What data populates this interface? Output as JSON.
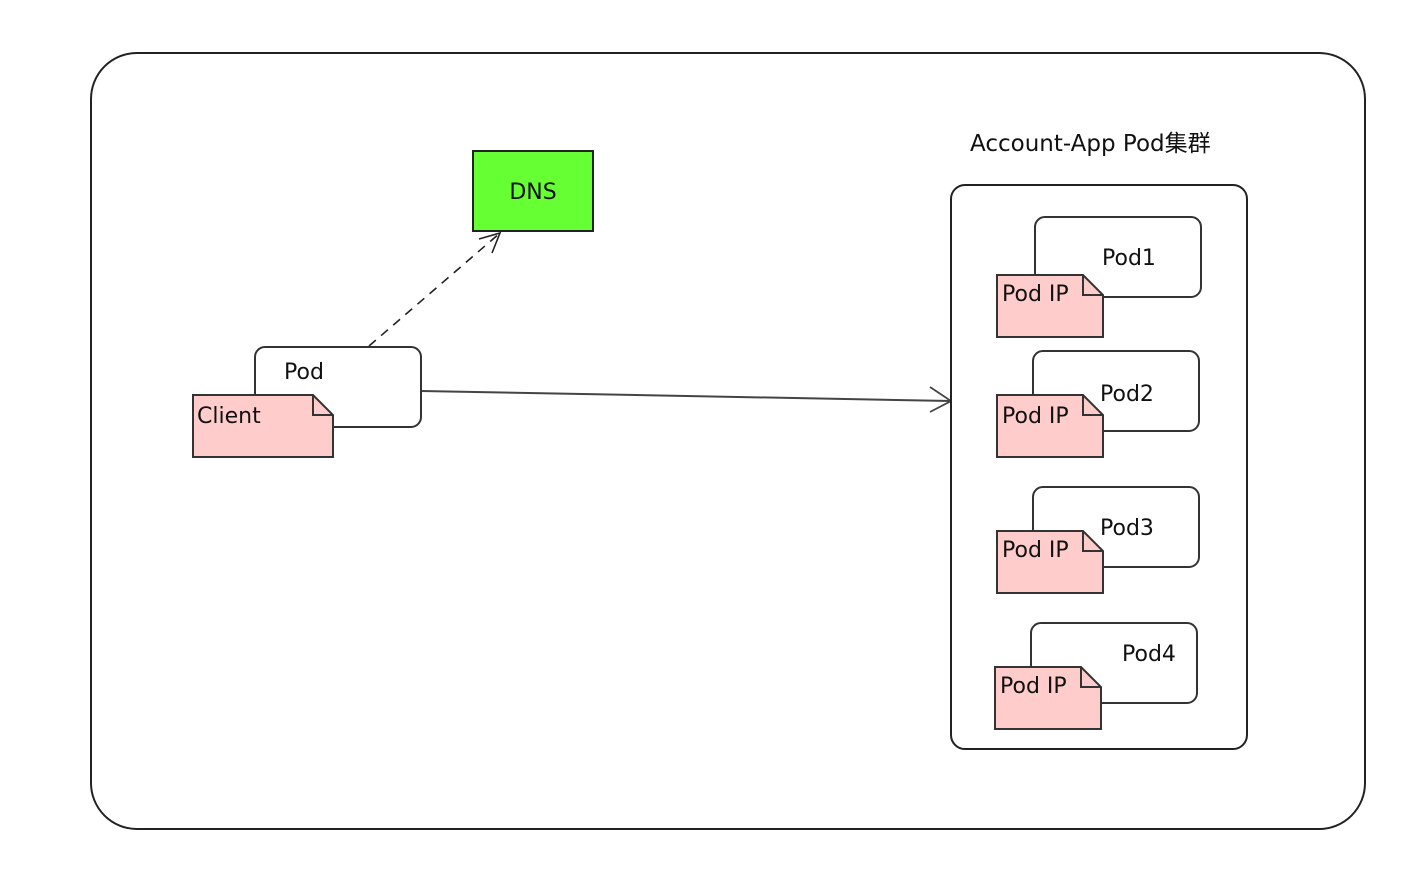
{
  "diagram": {
    "dns": {
      "label": "DNS",
      "color": "#66ff33"
    },
    "client_pod": {
      "label": "Pod",
      "note_label": "Client",
      "note_color": "#ffcccc"
    },
    "cluster": {
      "title": "Account-App Pod集群",
      "pods": [
        {
          "label": "Pod1",
          "note_label": "Pod IP"
        },
        {
          "label": "Pod2",
          "note_label": "Pod IP"
        },
        {
          "label": "Pod3",
          "note_label": "Pod IP"
        },
        {
          "label": "Pod4",
          "note_label": "Pod IP"
        }
      ],
      "note_color": "#ffcccc"
    },
    "connectors": [
      {
        "from": "Pod",
        "to": "DNS",
        "style": "dashed"
      },
      {
        "from": "Pod",
        "to": "Account-App Pod集群",
        "style": "solid"
      }
    ]
  }
}
